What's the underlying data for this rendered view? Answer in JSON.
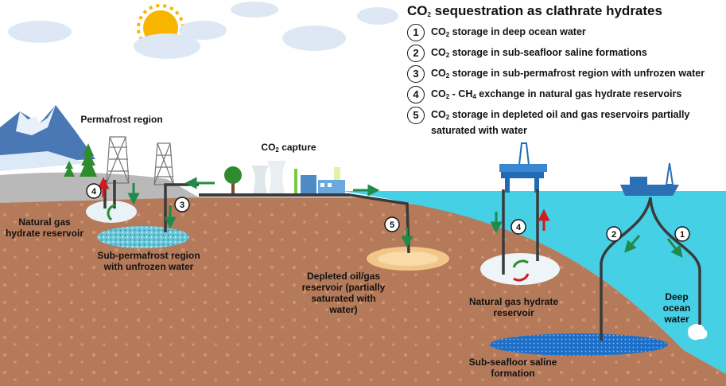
{
  "legend": {
    "title_prefix": "CO",
    "title_sub": "2",
    "title_suffix": " sequestration as clathrate hydrates",
    "items": [
      {
        "num": "1",
        "prefix": "CO",
        "sub": "2",
        "suffix": " storage in deep ocean water"
      },
      {
        "num": "2",
        "prefix": "CO",
        "sub": "2",
        "suffix": " storage in sub-seafloor saline formations"
      },
      {
        "num": "3",
        "prefix": "CO",
        "sub": "2",
        "suffix": " storage in sub-permafrost region with unfrozen water"
      },
      {
        "num": "4",
        "prefix": "CO",
        "sub": "2",
        "suffix": " - CH",
        "sub2": "4",
        "suffix2": " exchange in natural gas hydrate reservoirs"
      },
      {
        "num": "5",
        "prefix": "CO",
        "sub": "2",
        "suffix": " storage in depleted oil and gas reservoirs partially saturated with water"
      }
    ]
  },
  "labels": {
    "permafrost_region": "Permafrost region",
    "co2_capture_prefix": "CO",
    "co2_capture_sub": "2",
    "co2_capture_suffix": " capture",
    "natural_gas_hydrate_left": "Natural gas hydrate reservoir",
    "sub_permafrost": "Sub-permafrost region with unfrozen water",
    "depleted_reservoir": "Depleted oil/gas reservoir (partially saturated with water)",
    "natural_gas_hydrate_right": "Natural gas hydrate reservoir",
    "sub_seafloor": "Sub-seafloor saline formation",
    "deep_ocean": "Deep ocean water"
  },
  "markers": {
    "m4_left": "4",
    "m3": "3",
    "m5": "5",
    "m4_right": "4",
    "m2": "2",
    "m1": "1"
  },
  "colors": {
    "sky": "#ffffff",
    "sea": "#45d0e6",
    "ground": "#b57a5a",
    "permafrost_ground": "#b9b9b9",
    "arrow_green": "#1f8a4a",
    "arrow_red": "#d11c1c",
    "pipe": "#3a3a3a",
    "hydrate_blue": "#3aa7c9"
  }
}
